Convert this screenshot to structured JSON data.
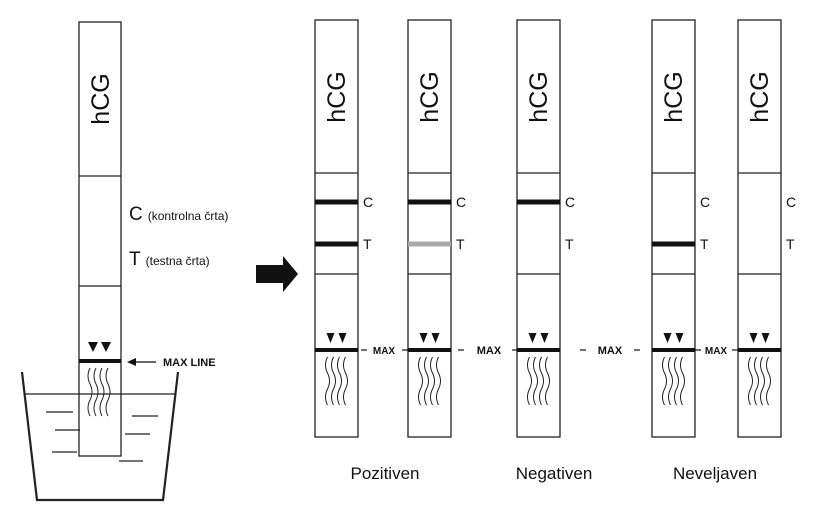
{
  "brand_label": "hCG",
  "control_line_letter": "C",
  "test_line_letter": "T",
  "legend": {
    "control_letter": "C",
    "control_label": "(kontrolna črta)",
    "test_letter": "T",
    "test_label": "(testna črta)"
  },
  "max_line_label": "MAX LINE",
  "max_marker_label": "MAX",
  "result_labels": {
    "positive": "Pozitiven",
    "negative": "Negativen",
    "invalid": "Neveljaven"
  },
  "colors": {
    "line_dark": "#111111",
    "line_faint": "#aaaaaa",
    "background": "#ffffff"
  },
  "strips": [
    {
      "control_line": "dark",
      "test_line": "dark"
    },
    {
      "control_line": "dark",
      "test_line": "faint"
    },
    {
      "control_line": "dark",
      "test_line": "none"
    },
    {
      "control_line": "none",
      "test_line": "dark"
    },
    {
      "control_line": "none",
      "test_line": "none"
    }
  ]
}
